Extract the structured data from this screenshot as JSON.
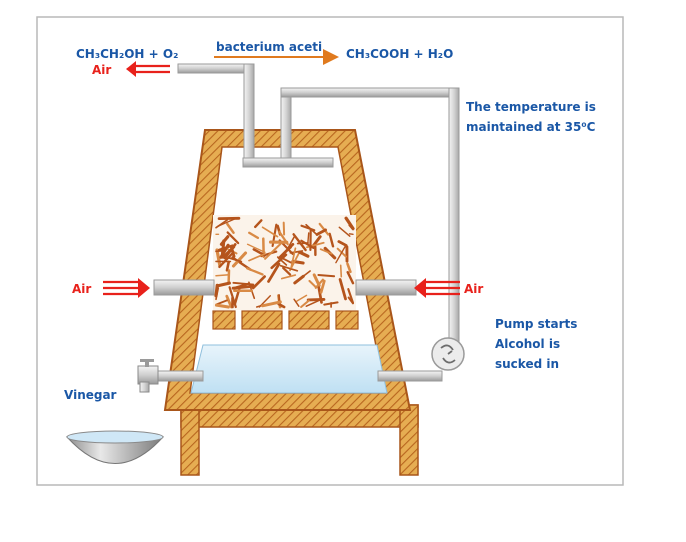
{
  "equation": {
    "reactants": "CH₃CH₂OH + O₂",
    "catalyst": "bacterium aceti",
    "products": "CH₃COOH + H₂O"
  },
  "labels": {
    "air_top": "Air",
    "air_left": "Air",
    "air_right": "Air",
    "temperature_line1": "The temperature is",
    "temperature_line2": "maintained at 35⁰C",
    "pump_line1": "Pump starts",
    "pump_line2": "Alcohol is",
    "pump_line3": "sucked in",
    "vinegar": "Vinegar"
  },
  "colors": {
    "frame_wood": "#c8782a",
    "frame_hatch": "#e3a94c",
    "pipe_gray": "#d2d2d2",
    "air_arrow": "#e8211b",
    "label_blue": "#1a57a6",
    "reaction_arrow": "#e07a1e",
    "liquid": "#cfe7f6",
    "shavings": "#b5541c",
    "border": "#b9b9b9"
  },
  "icons": {
    "pump": "fan-pump-icon",
    "tap": "faucet-icon",
    "bowl": "collection-bowl-icon"
  }
}
